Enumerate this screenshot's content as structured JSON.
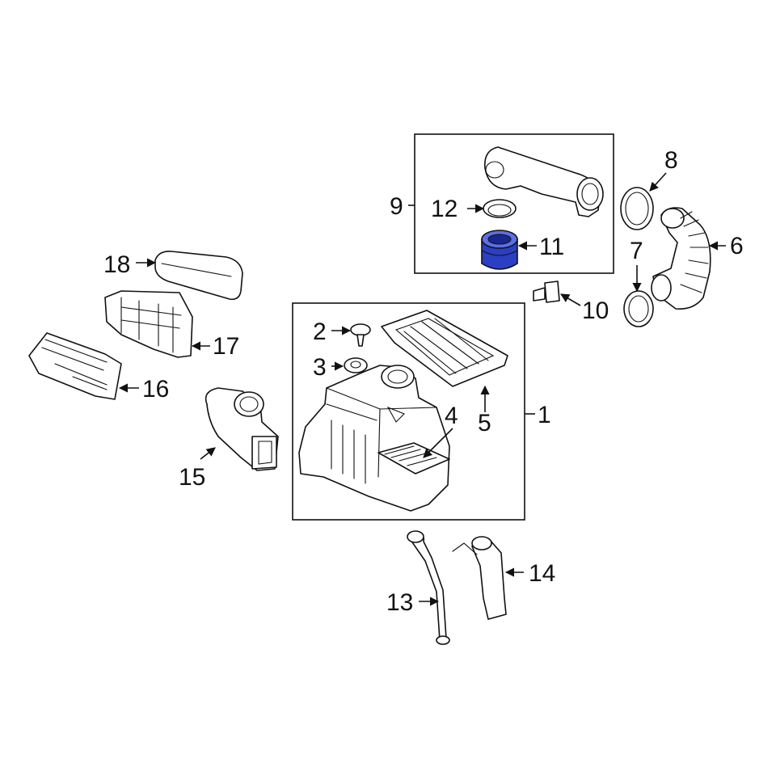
{
  "callouts": {
    "c1": "1",
    "c2": "2",
    "c3": "3",
    "c4": "4",
    "c5": "5",
    "c6": "6",
    "c7": "7",
    "c8": "8",
    "c9": "9",
    "c10": "10",
    "c11": "11",
    "c12": "12",
    "c13": "13",
    "c14": "14",
    "c15": "15",
    "c16": "16",
    "c17": "17",
    "c18": "18"
  },
  "colors": {
    "highlight": "#2b3fc4",
    "line": "#111111",
    "background": "#ffffff"
  },
  "highlighted_part": "11"
}
